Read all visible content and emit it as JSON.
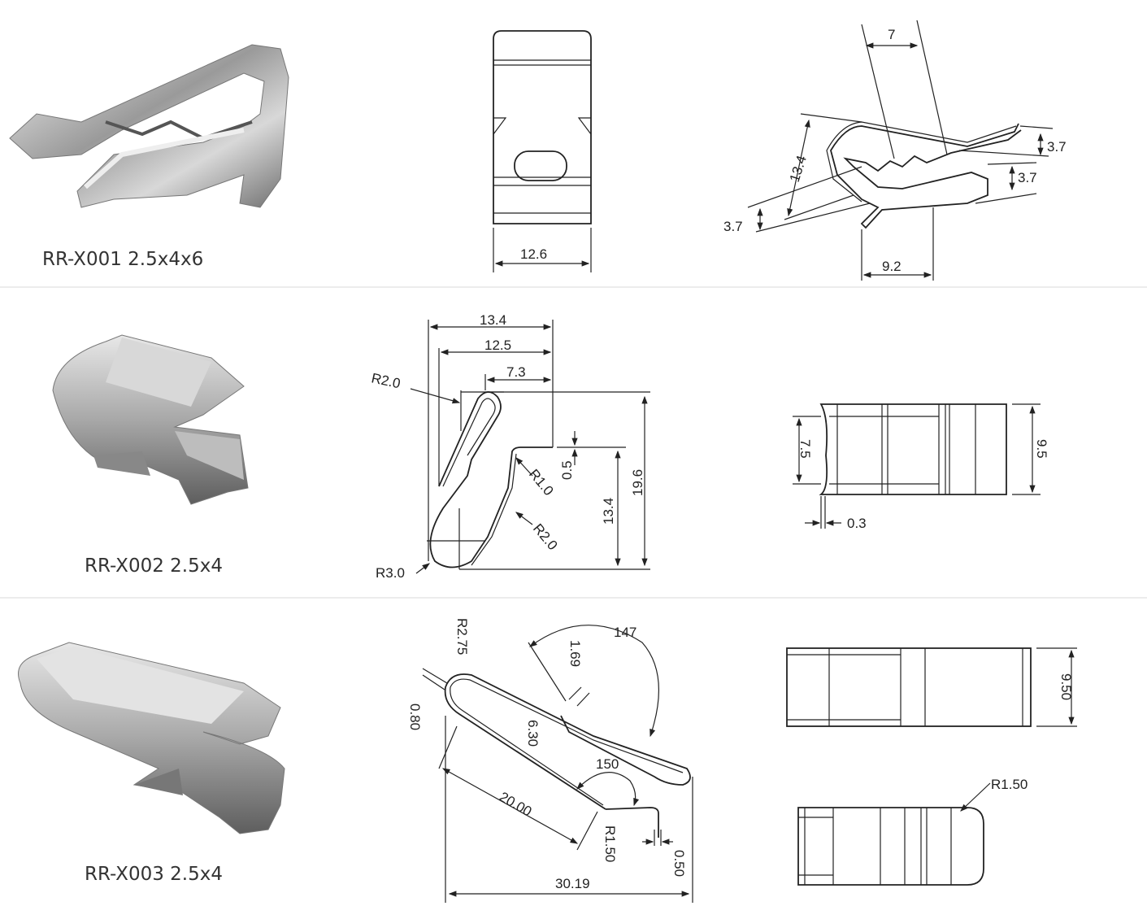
{
  "products": [
    {
      "name": "RR-X001  2.5x4x6",
      "front_dims": {
        "width": "12.6"
      },
      "side_dims": {
        "top": "7",
        "height": "13.4",
        "right_upper": "3.7",
        "right_lower": "3.7",
        "left": "3.7",
        "bottom": "9.2"
      }
    },
    {
      "name": "RR-X002 2.5x4",
      "profile_dims": {
        "w1": "13.4",
        "w2": "12.5",
        "w3": "7.3",
        "r_top": "R2.0",
        "r_mid": "R1.0",
        "thickness": "0.5",
        "h_inner": "13.4",
        "h_total": "19.6",
        "r_lower": "R2.0",
        "r_bottom": "R3.0"
      },
      "top_dims": {
        "left": "7.5",
        "right": "9.5",
        "thickness": "0.3"
      }
    },
    {
      "name": "RR-X003 2.5x4",
      "profile_dims": {
        "r_top": "R2.75",
        "angle_top": "147",
        "gap": "1.69",
        "thickness": "0.80",
        "inner": "6.30",
        "angle_bottom": "150",
        "length": "20.00",
        "r_bend": "R1.50",
        "tip": "0.50",
        "total": "30.19"
      },
      "top_dims": {
        "width": "9.50",
        "corner": "R1.50"
      }
    }
  ]
}
